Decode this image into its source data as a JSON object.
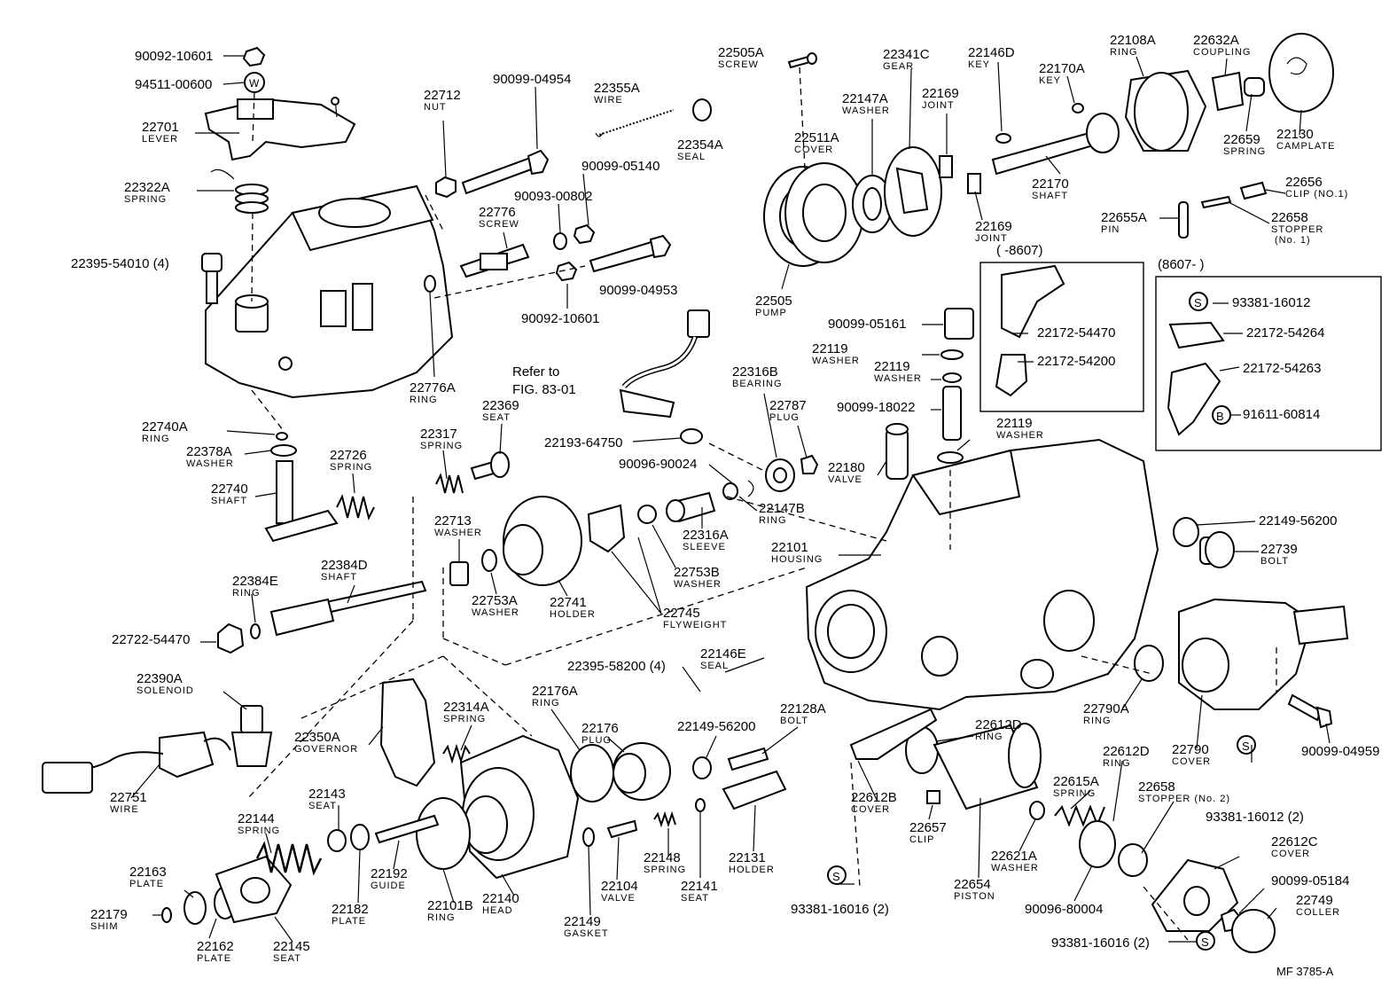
{
  "diagram": {
    "reference_note": [
      "Refer to",
      "FIG. 83-01"
    ],
    "figure_code": "MF  3785-A",
    "variant_left": "(      -8607)",
    "variant_right": "(8607-        )",
    "callouts": [
      {
        "id": "90092-10601-a",
        "pn": "90092-10601",
        "name": ""
      },
      {
        "id": "94511-00600",
        "pn": "94511-00600",
        "name": ""
      },
      {
        "id": "22701",
        "pn": "22701",
        "name": "LEVER"
      },
      {
        "id": "22322A",
        "pn": "22322A",
        "name": "SPRING"
      },
      {
        "id": "22395-54010",
        "pn": "22395-54010 (4)",
        "name": ""
      },
      {
        "id": "22712",
        "pn": "22712",
        "name": "NUT"
      },
      {
        "id": "90099-04954",
        "pn": "90099-04954",
        "name": ""
      },
      {
        "id": "22355A",
        "pn": "22355A",
        "name": "WIRE"
      },
      {
        "id": "22354A",
        "pn": "22354A",
        "name": "SEAL"
      },
      {
        "id": "90099-05140",
        "pn": "90099-05140",
        "name": ""
      },
      {
        "id": "90093-00802",
        "pn": "90093-00802",
        "name": ""
      },
      {
        "id": "22776",
        "pn": "22776",
        "name": "SCREW"
      },
      {
        "id": "90099-04953",
        "pn": "90099-04953",
        "name": ""
      },
      {
        "id": "90092-10601-b",
        "pn": "90092-10601",
        "name": ""
      },
      {
        "id": "22776A",
        "pn": "22776A",
        "name": "RING"
      },
      {
        "id": "22505A",
        "pn": "22505A",
        "name": "SCREW"
      },
      {
        "id": "22341C",
        "pn": "22341C",
        "name": "GEAR"
      },
      {
        "id": "22146D",
        "pn": "22146D",
        "name": "KEY"
      },
      {
        "id": "22108A",
        "pn": "22108A",
        "name": "RING"
      },
      {
        "id": "22632A",
        "pn": "22632A",
        "name": "COUPLING"
      },
      {
        "id": "22147A",
        "pn": "22147A",
        "name": "WASHER"
      },
      {
        "id": "22169-a",
        "pn": "22169",
        "name": "JOINT"
      },
      {
        "id": "22170A",
        "pn": "22170A",
        "name": "KEY"
      },
      {
        "id": "22511A",
        "pn": "22511A",
        "name": "COVER"
      },
      {
        "id": "22659",
        "pn": "22659",
        "name": "SPRING"
      },
      {
        "id": "22130",
        "pn": "22130",
        "name": "CAMPLATE"
      },
      {
        "id": "22170",
        "pn": "22170",
        "name": "SHAFT"
      },
      {
        "id": "22169-b",
        "pn": "22169",
        "name": "JOINT"
      },
      {
        "id": "22656",
        "pn": "22656",
        "name": "CLIP (NO.1)"
      },
      {
        "id": "22655A",
        "pn": "22655A",
        "name": "PIN"
      },
      {
        "id": "22658-1",
        "pn": "22658",
        "name": "STOPPER\n(No. 1)"
      },
      {
        "id": "22505",
        "pn": "22505",
        "name": "PUMP"
      },
      {
        "id": "90099-05161",
        "pn": "90099-05161",
        "name": ""
      },
      {
        "id": "22172-54470",
        "pn": "22172-54470",
        "name": ""
      },
      {
        "id": "22172-54200",
        "pn": "22172-54200",
        "name": ""
      },
      {
        "id": "93381-16012",
        "pn": "93381-16012",
        "name": ""
      },
      {
        "id": "22172-54264",
        "pn": "22172-54264",
        "name": ""
      },
      {
        "id": "22172-54263",
        "pn": "22172-54263",
        "name": ""
      },
      {
        "id": "91611-60814",
        "pn": "91611-60814",
        "name": ""
      },
      {
        "id": "22119-a",
        "pn": "22119",
        "name": "WASHER"
      },
      {
        "id": "22119-b",
        "pn": "22119",
        "name": "WASHER"
      },
      {
        "id": "22316B",
        "pn": "22316B",
        "name": "BEARING"
      },
      {
        "id": "22787",
        "pn": "22787",
        "name": "PLUG"
      },
      {
        "id": "90099-18022",
        "pn": "90099-18022",
        "name": ""
      },
      {
        "id": "22119-c",
        "pn": "22119",
        "name": "WASHER"
      },
      {
        "id": "22193-64750",
        "pn": "22193-64750",
        "name": ""
      },
      {
        "id": "22180",
        "pn": "22180",
        "name": "VALVE"
      },
      {
        "id": "90096-90024",
        "pn": "90096-90024",
        "name": ""
      },
      {
        "id": "22147B",
        "pn": "22147B",
        "name": "RING"
      },
      {
        "id": "22740A",
        "pn": "22740A",
        "name": "RING"
      },
      {
        "id": "22378A",
        "pn": "22378A",
        "name": "WASHER"
      },
      {
        "id": "22317",
        "pn": "22317",
        "name": "SPRING"
      },
      {
        "id": "22369",
        "pn": "22369",
        "name": "SEAT"
      },
      {
        "id": "22726",
        "pn": "22726",
        "name": "SPRING"
      },
      {
        "id": "22740",
        "pn": "22740",
        "name": "SHAFT"
      },
      {
        "id": "22713",
        "pn": "22713",
        "name": "WASHER"
      },
      {
        "id": "22316A",
        "pn": "22316A",
        "name": "SLEEVE"
      },
      {
        "id": "22753B",
        "pn": "22753B",
        "name": "WASHER"
      },
      {
        "id": "22101",
        "pn": "22101",
        "name": "HOUSING"
      },
      {
        "id": "22149-56200-a",
        "pn": "22149-56200",
        "name": ""
      },
      {
        "id": "22739",
        "pn": "22739",
        "name": "BOLT"
      },
      {
        "id": "22384E",
        "pn": "22384E",
        "name": "RING"
      },
      {
        "id": "22384D",
        "pn": "22384D",
        "name": "SHAFT"
      },
      {
        "id": "22753A",
        "pn": "22753A",
        "name": "WASHER"
      },
      {
        "id": "22741",
        "pn": "22741",
        "name": "HOLDER"
      },
      {
        "id": "22745",
        "pn": "22745",
        "name": "FLYWEIGHT"
      },
      {
        "id": "22722-54470",
        "pn": "22722-54470",
        "name": ""
      },
      {
        "id": "22390A",
        "pn": "22390A",
        "name": "SOLENOID"
      },
      {
        "id": "22395-58200",
        "pn": "22395-58200 (4)",
        "name": ""
      },
      {
        "id": "22146E",
        "pn": "22146E",
        "name": "SEAL"
      },
      {
        "id": "22176A",
        "pn": "22176A",
        "name": "RING"
      },
      {
        "id": "22314A",
        "pn": "22314A",
        "name": "SPRING"
      },
      {
        "id": "22176",
        "pn": "22176",
        "name": "PLUG"
      },
      {
        "id": "22149-56200-b",
        "pn": "22149-56200",
        "name": ""
      },
      {
        "id": "22128A",
        "pn": "22128A",
        "name": "BOLT"
      },
      {
        "id": "22350A",
        "pn": "22350A",
        "name": "GOVERNOR"
      },
      {
        "id": "22612D-a",
        "pn": "22612D",
        "name": "RING"
      },
      {
        "id": "22790A",
        "pn": "22790A",
        "name": "RING"
      },
      {
        "id": "22790",
        "pn": "22790",
        "name": "COVER"
      },
      {
        "id": "90099-04959",
        "pn": "90099-04959",
        "name": ""
      },
      {
        "id": "22612D-b",
        "pn": "22612D",
        "name": "RING"
      },
      {
        "id": "22751",
        "pn": "22751",
        "name": "WIRE"
      },
      {
        "id": "22143",
        "pn": "22143",
        "name": "SEAT"
      },
      {
        "id": "22612B",
        "pn": "22612B",
        "name": "COVER"
      },
      {
        "id": "22615A",
        "pn": "22615A",
        "name": "SPRING"
      },
      {
        "id": "22658-2",
        "pn": "22658",
        "name": "STOPPER (No. 2)"
      },
      {
        "id": "93381-16012-2",
        "pn": "93381-16012 (2)",
        "name": ""
      },
      {
        "id": "22144",
        "pn": "22144",
        "name": "SPRING"
      },
      {
        "id": "22148",
        "pn": "22148",
        "name": "SPRING"
      },
      {
        "id": "22131",
        "pn": "22131",
        "name": "HOLDER"
      },
      {
        "id": "22657",
        "pn": "22657",
        "name": "CLIP"
      },
      {
        "id": "22612C",
        "pn": "22612C",
        "name": "COVER"
      },
      {
        "id": "22163",
        "pn": "22163",
        "name": "PLATE"
      },
      {
        "id": "22192",
        "pn": "22192",
        "name": "GUIDE"
      },
      {
        "id": "22104",
        "pn": "22104",
        "name": "VALVE"
      },
      {
        "id": "22141",
        "pn": "22141",
        "name": "SEAT"
      },
      {
        "id": "22654",
        "pn": "22654",
        "name": "PISTON"
      },
      {
        "id": "22621A",
        "pn": "22621A",
        "name": "WASHER"
      },
      {
        "id": "90099-05184",
        "pn": "90099-05184",
        "name": ""
      },
      {
        "id": "22749",
        "pn": "22749",
        "name": "COLLER"
      },
      {
        "id": "22179",
        "pn": "22179",
        "name": "SHIM"
      },
      {
        "id": "22182",
        "pn": "22182",
        "name": "PLATE"
      },
      {
        "id": "22101B",
        "pn": "22101B",
        "name": "RING"
      },
      {
        "id": "22140",
        "pn": "22140",
        "name": "HEAD"
      },
      {
        "id": "22149",
        "pn": "22149",
        "name": "GASKET"
      },
      {
        "id": "93381-16016-a",
        "pn": "93381-16016 (2)",
        "name": ""
      },
      {
        "id": "90096-80004",
        "pn": "90096-80004",
        "name": ""
      },
      {
        "id": "93381-16016-b",
        "pn": "93381-16016 (2)",
        "name": ""
      },
      {
        "id": "22162",
        "pn": "22162",
        "name": "PLATE"
      },
      {
        "id": "22145",
        "pn": "22145",
        "name": "SEAT"
      }
    ]
  }
}
